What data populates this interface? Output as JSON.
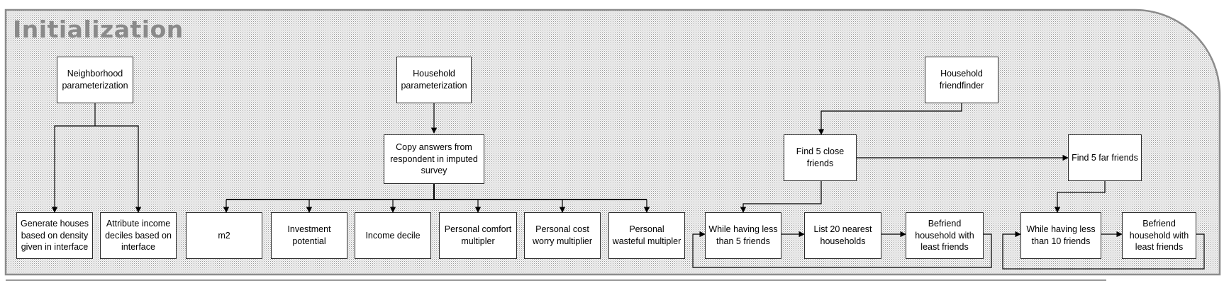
{
  "section": {
    "title": "Initialization"
  },
  "boxes": {
    "neighborhood_param": "Neighborhood parameterization",
    "household_param": "Household parameterization",
    "household_friendfinder": "Household friendfinder",
    "generate_houses": "Generate houses based on density given in interface",
    "attribute_income": "Attribute income deciles based on interface",
    "copy_answers": "Copy answers from respondent in imputed survey",
    "m2": "m2",
    "investment_potential": "Investment potential",
    "income_decile": "Income decile",
    "comfort_multiplier": "Personal comfort multipler",
    "cost_worry_multiplier": "Personal cost worry multiplier",
    "wasteful_multiplier": "Personal wasteful multipler",
    "find_close_friends": "Find 5 close friends",
    "find_far_friends": "Find 5 far friends",
    "while_less_5": "While having less than 5 friends",
    "list_nearest": "List 20 nearest households",
    "befriend_1": "Befriend household with least friends",
    "while_less_10": "While having less than 10 friends",
    "befriend_2": "Befriend household with least friends"
  },
  "colors": {
    "frame_border": "#8c8c8c",
    "title": "#8a8a8a",
    "box_border": "#2b2b2b",
    "line": "#000000"
  }
}
